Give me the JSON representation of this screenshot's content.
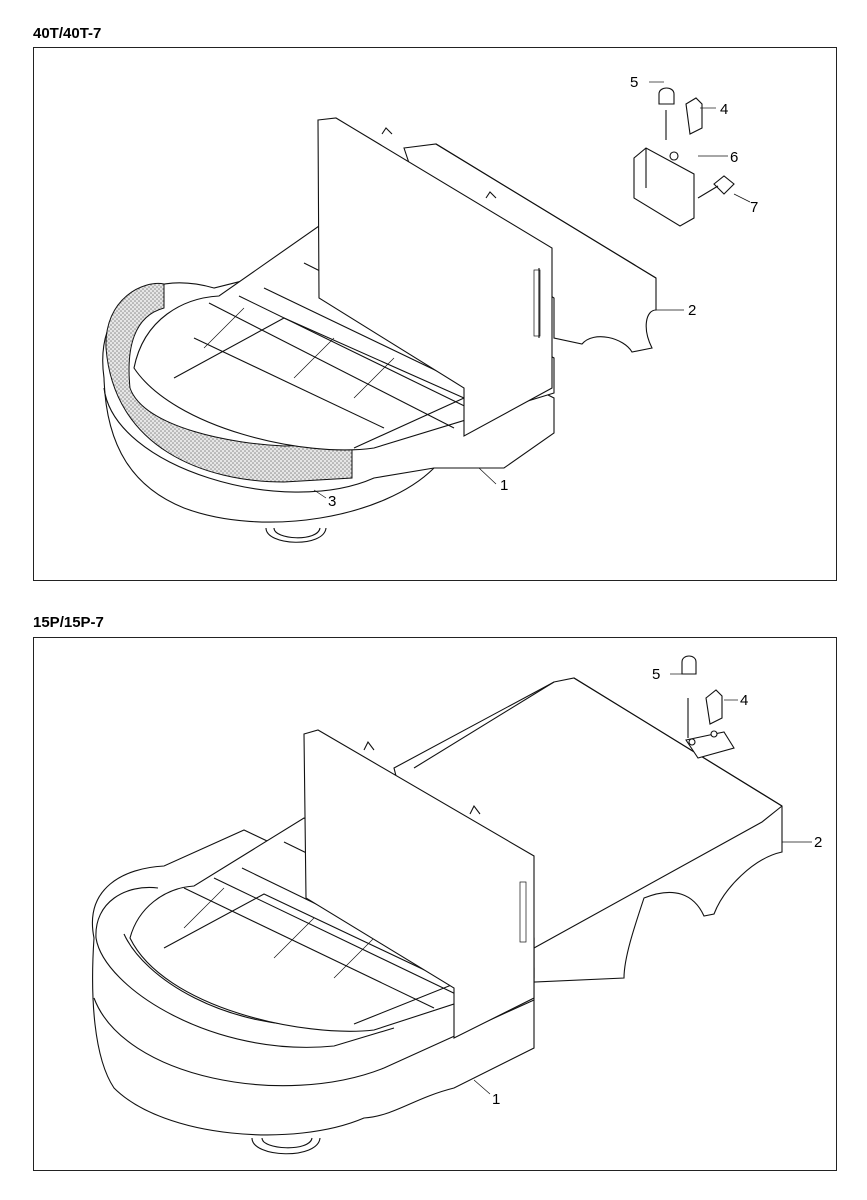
{
  "sections": [
    {
      "title": "40T/40T-7",
      "callouts": [
        "1",
        "2",
        "3",
        "4",
        "5",
        "6",
        "7"
      ]
    },
    {
      "title": "15P/15P-7",
      "callouts": [
        "1",
        "2",
        "4",
        "5"
      ]
    }
  ],
  "colors": {
    "line": "#111111",
    "shaded_counterweight": "#bfbfbf",
    "background": "#ffffff"
  }
}
